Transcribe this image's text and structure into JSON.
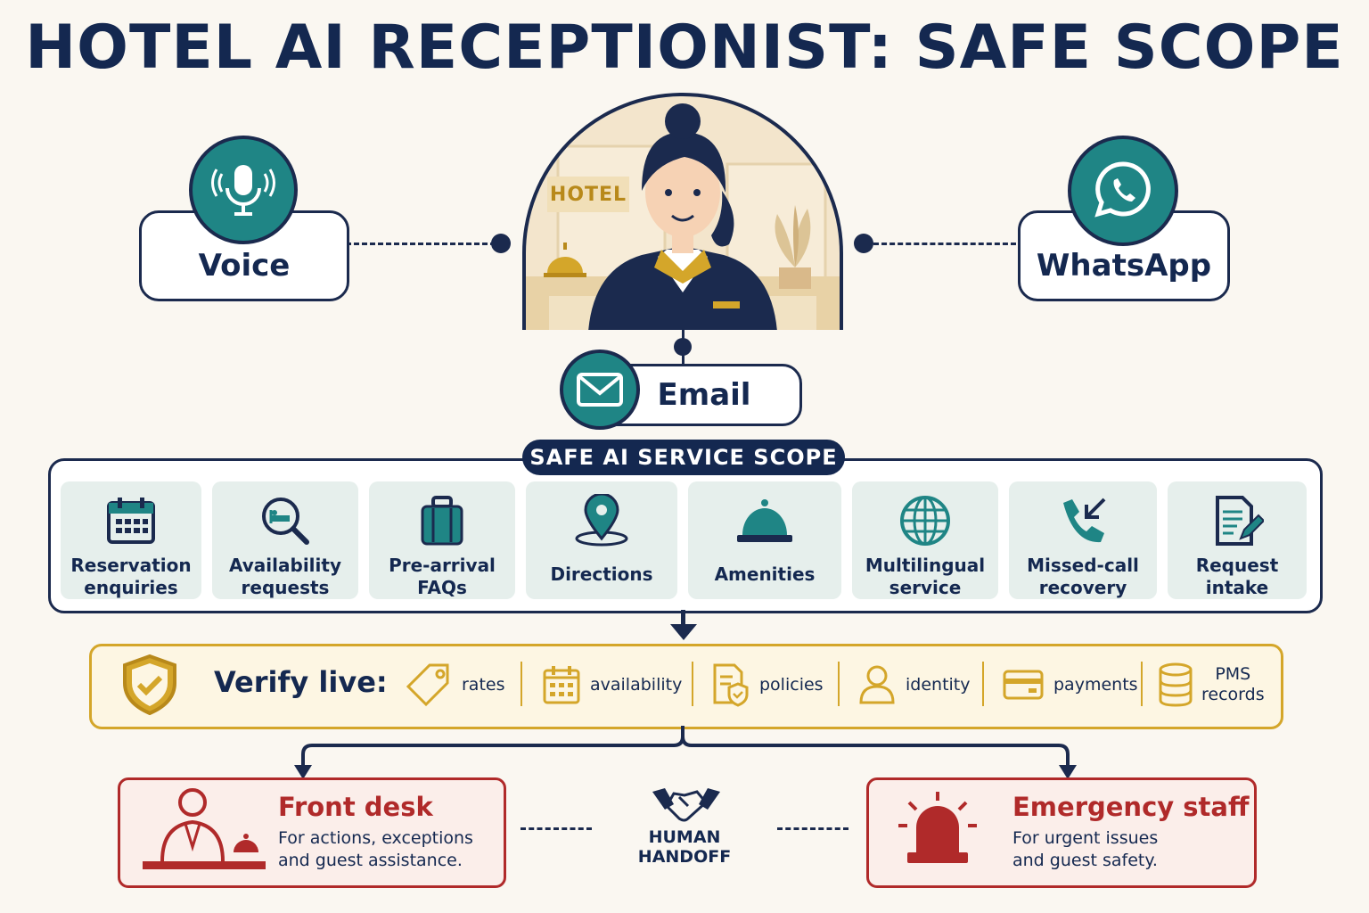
{
  "title": "HOTEL AI RECEPTIONIST: SAFE SCOPE",
  "hotel_sign": "HOTEL",
  "channels": {
    "voice": "Voice",
    "whatsapp": "WhatsApp",
    "email": "Email"
  },
  "scope": {
    "label": "SAFE AI SERVICE SCOPE",
    "tiles": [
      {
        "line1": "Reservation",
        "line2": "enquiries",
        "icon": "calendar-icon"
      },
      {
        "line1": "Availability",
        "line2": "requests",
        "icon": "search-bed-icon"
      },
      {
        "line1": "Pre-arrival",
        "line2": "FAQs",
        "icon": "suitcase-icon"
      },
      {
        "line1": "Directions",
        "line2": "",
        "icon": "location-pin-icon"
      },
      {
        "line1": "Amenities",
        "line2": "",
        "icon": "service-bell-icon"
      },
      {
        "line1": "Multilingual",
        "line2": "service",
        "icon": "globe-icon"
      },
      {
        "line1": "Missed-call",
        "line2": "recovery",
        "icon": "missed-call-icon"
      },
      {
        "line1": "Request",
        "line2": "intake",
        "icon": "document-edit-icon"
      }
    ]
  },
  "verify": {
    "label": "Verify live:",
    "items": [
      {
        "line1": "rates",
        "line2": "",
        "icon": "price-tag-icon"
      },
      {
        "line1": "availability",
        "line2": "",
        "icon": "calendar-icon"
      },
      {
        "line1": "policies",
        "line2": "",
        "icon": "policy-shield-icon"
      },
      {
        "line1": "identity",
        "line2": "",
        "icon": "person-icon"
      },
      {
        "line1": "payments",
        "line2": "",
        "icon": "credit-card-icon"
      },
      {
        "line1": "PMS",
        "line2": "records",
        "icon": "database-icon"
      }
    ]
  },
  "handoff": {
    "label": "HUMAN HANDOFF",
    "front_desk": {
      "title": "Front desk",
      "line1": "For actions, exceptions",
      "line2": "and guest assistance."
    },
    "emergency": {
      "title": "Emergency staff",
      "line1": "For urgent issues",
      "line2": "and guest safety."
    }
  },
  "colors": {
    "navy": "#142850",
    "teal": "#1f8585",
    "gold": "#d4a62a",
    "red": "#b02a2a",
    "background": "#faf7f1"
  }
}
